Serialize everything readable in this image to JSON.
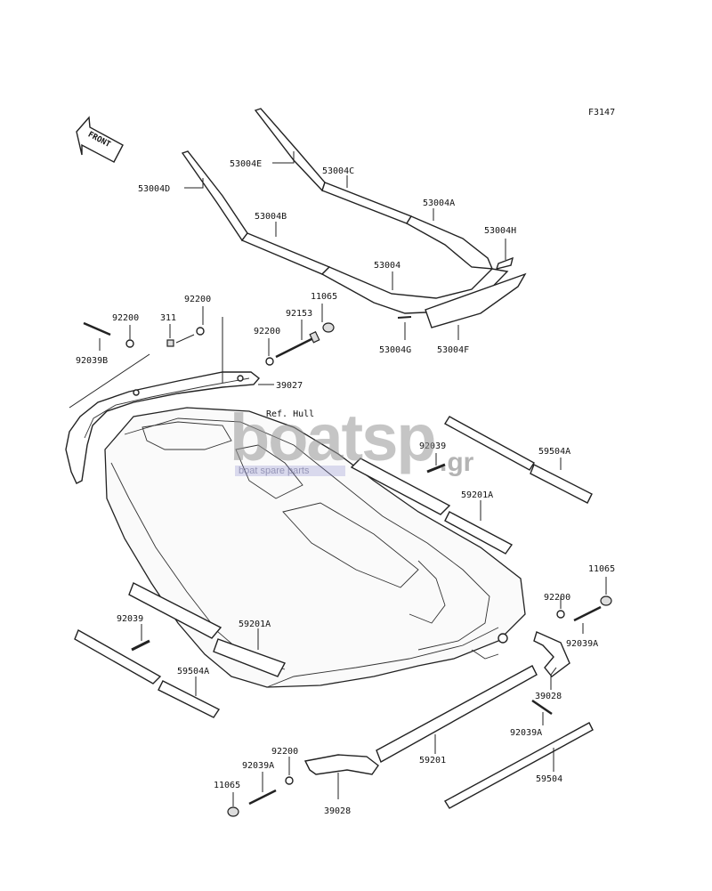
{
  "figure_code": "F3147",
  "front_label": "FRONT",
  "ref_hull_label": "Ref. Hull",
  "watermark": {
    "brand": "boatsp",
    "domain": ".gr",
    "tagline": "boat spare parts"
  },
  "labels": {
    "p53004E": "53004E",
    "p53004C": "53004C",
    "p53004D": "53004D",
    "p53004A": "53004A",
    "p53004B": "53004B",
    "p53004H": "53004H",
    "p53004": "53004",
    "p53004G": "53004G",
    "p53004F": "53004F",
    "p92200_a": "92200",
    "p311": "311",
    "p92200_b": "92200",
    "p11065_a": "11065",
    "p92153": "92153",
    "p92200_c": "92200",
    "p92039B": "92039B",
    "p39027": "39027",
    "p92039_a": "92039",
    "p59504A_a": "59504A",
    "p59201A_a": "59201A",
    "p11065_b": "11065",
    "p92200_d": "92200",
    "p92039A_a": "92039A",
    "p92039_b": "92039",
    "p59201A_b": "59201A",
    "p59504A_b": "59504A",
    "p39028_a": "39028",
    "p92039A_b": "92039A",
    "p92200_e": "92200",
    "p59201": "59201",
    "p92039A_c": "92039A",
    "p59504": "59504",
    "p11065_c": "11065",
    "p39028_b": "39028"
  }
}
